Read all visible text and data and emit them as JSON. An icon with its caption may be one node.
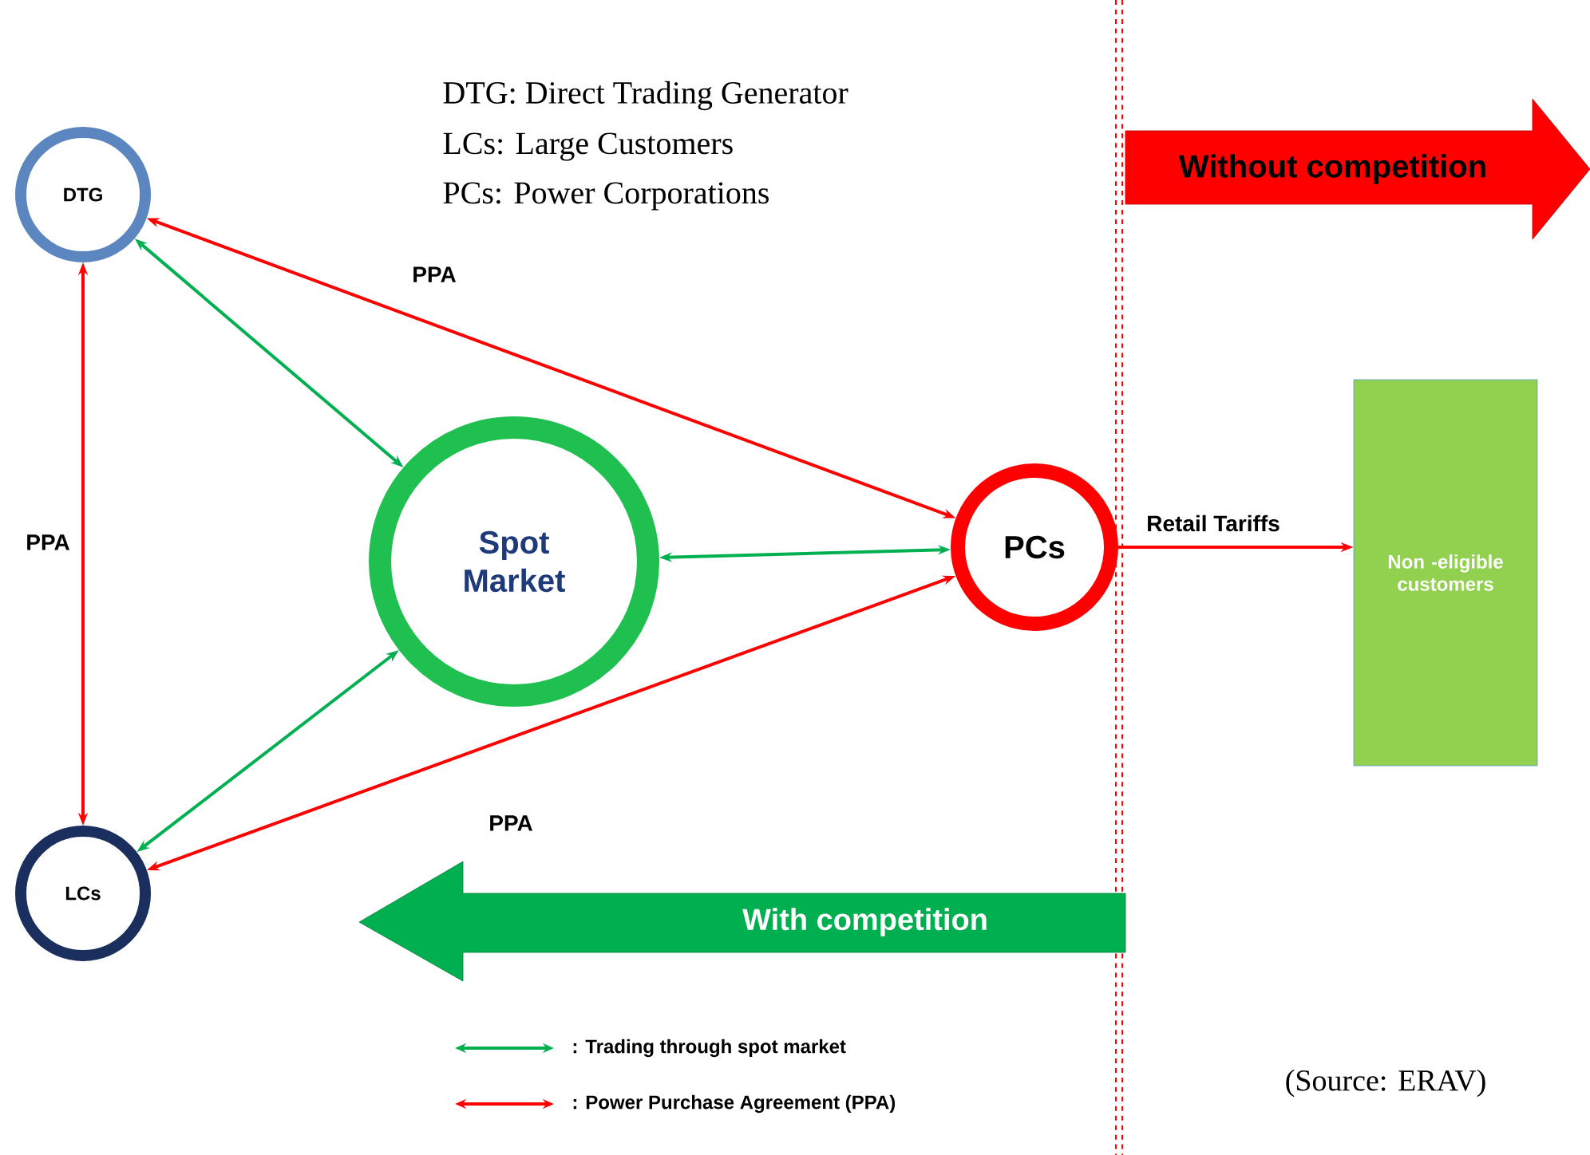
{
  "diagram": {
    "nodes": [
      {
        "text": [
          "DTG"
        ]
      },
      {
        "text": [
          "Spot Market"
        ]
      },
      {
        "text": [
          "PCs"
        ]
      },
      {
        "text": [
          "LCs"
        ]
      },
      {
        "text": [
          "Non -eligible customers"
        ]
      },
      {
        "text": [
          "Without competition"
        ]
      },
      {
        "text": [
          "With competition"
        ]
      }
    ],
    "edges": [
      {
        "from": 0,
        "to": 2,
        "arrow": "both",
        "label": "PPA"
      },
      {
        "from": 0,
        "to": 1,
        "arrow": "both",
        "color": "#00b050"
      },
      {
        "from": 0,
        "to": 3,
        "arrow": "both",
        "label": "PPA"
      },
      {
        "from": 1,
        "to": 2,
        "arrow": "both",
        "color": "#00b050"
      },
      {
        "from": 1,
        "to": 3,
        "arrow": "both",
        "color": "#00b050"
      },
      {
        "from": 2,
        "to": 4,
        "arrow": "to",
        "label": "Retail Tariffs"
      },
      {
        "from": 3,
        "to": 2,
        "arrow": "both",
        "label": "PPA"
      }
    ],
    "labels": [
      "DTG: Direct Trading Generator",
      "LCs: Large Customers",
      "PCs: Power Corporations",
      "(Source: ERAV)"
    ],
    "legend": [
      {
        "text": ": Trading through spot market"
      },
      {
        "text": ":  Power Purchase Agreement (PPA)"
      }
    ]
  }
}
